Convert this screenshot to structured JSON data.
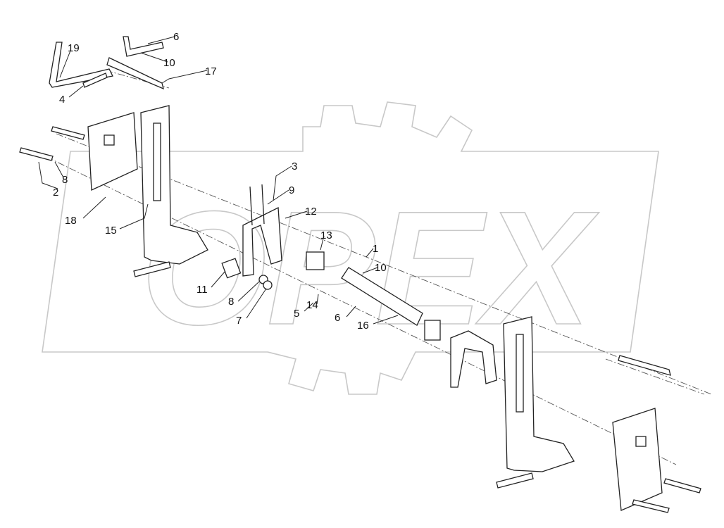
{
  "watermark": "OPEX",
  "colors": {
    "line": "#222222",
    "watermark": "#c8c8c8",
    "background": "#ffffff"
  },
  "callouts": [
    {
      "id": "c19",
      "text": "19"
    },
    {
      "id": "c6a",
      "text": "6"
    },
    {
      "id": "c10a",
      "text": "10"
    },
    {
      "id": "c17",
      "text": "17"
    },
    {
      "id": "c4",
      "text": "4"
    },
    {
      "id": "c8a",
      "text": "8"
    },
    {
      "id": "c2",
      "text": "2"
    },
    {
      "id": "c18",
      "text": "18"
    },
    {
      "id": "c15",
      "text": "15"
    },
    {
      "id": "c3",
      "text": "3"
    },
    {
      "id": "c9",
      "text": "9"
    },
    {
      "id": "c12",
      "text": "12"
    },
    {
      "id": "c13",
      "text": "13"
    },
    {
      "id": "c1",
      "text": "1"
    },
    {
      "id": "c10b",
      "text": "10"
    },
    {
      "id": "c11",
      "text": "11"
    },
    {
      "id": "c8b",
      "text": "8"
    },
    {
      "id": "c7",
      "text": "7"
    },
    {
      "id": "c5",
      "text": "5"
    },
    {
      "id": "c14",
      "text": "14"
    },
    {
      "id": "c6b",
      "text": "6"
    },
    {
      "id": "c16",
      "text": "16"
    }
  ]
}
